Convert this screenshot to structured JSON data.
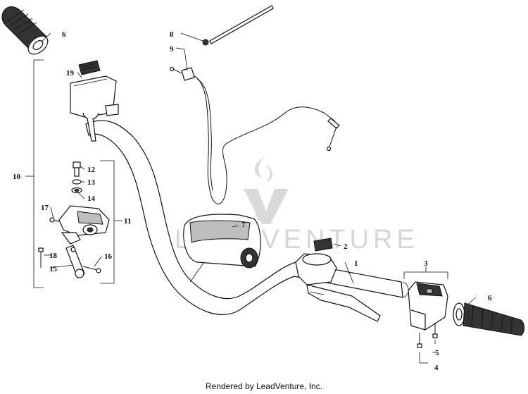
{
  "watermark": {
    "text": "LEADVENTURE"
  },
  "footer": {
    "text": "Rendered by LeadVenture, Inc."
  },
  "callouts": {
    "c1": "1",
    "c2": "2",
    "c3": "3",
    "c4": "4",
    "c5": "5",
    "c6a": "6",
    "c6b": "6",
    "c7": "7",
    "c8": "8",
    "c9": "9",
    "c10": "10",
    "c11": "11",
    "c12": "12",
    "c13": "13",
    "c14": "14",
    "c15": "15",
    "c16": "16",
    "c17": "17",
    "c18": "18",
    "c19": "19"
  },
  "parts": [
    {
      "id": "1",
      "name": "handlebar"
    },
    {
      "id": "2",
      "name": "label"
    },
    {
      "id": "3",
      "name": "switch-housing"
    },
    {
      "id": "4",
      "name": "screw"
    },
    {
      "id": "5",
      "name": "screw"
    },
    {
      "id": "6",
      "name": "grip"
    },
    {
      "id": "7",
      "name": "handlebar-pad"
    },
    {
      "id": "8",
      "name": "cable-tie"
    },
    {
      "id": "9",
      "name": "throttle-cable"
    },
    {
      "id": "10",
      "name": "throttle-assembly"
    },
    {
      "id": "11",
      "name": "throttle-housing"
    },
    {
      "id": "12",
      "name": "screw"
    },
    {
      "id": "13",
      "name": "washer"
    },
    {
      "id": "14",
      "name": "washer"
    },
    {
      "id": "15",
      "name": "throttle-lever"
    },
    {
      "id": "16",
      "name": "screw"
    },
    {
      "id": "17",
      "name": "screw"
    },
    {
      "id": "18",
      "name": "screw"
    },
    {
      "id": "19",
      "name": "label"
    }
  ]
}
